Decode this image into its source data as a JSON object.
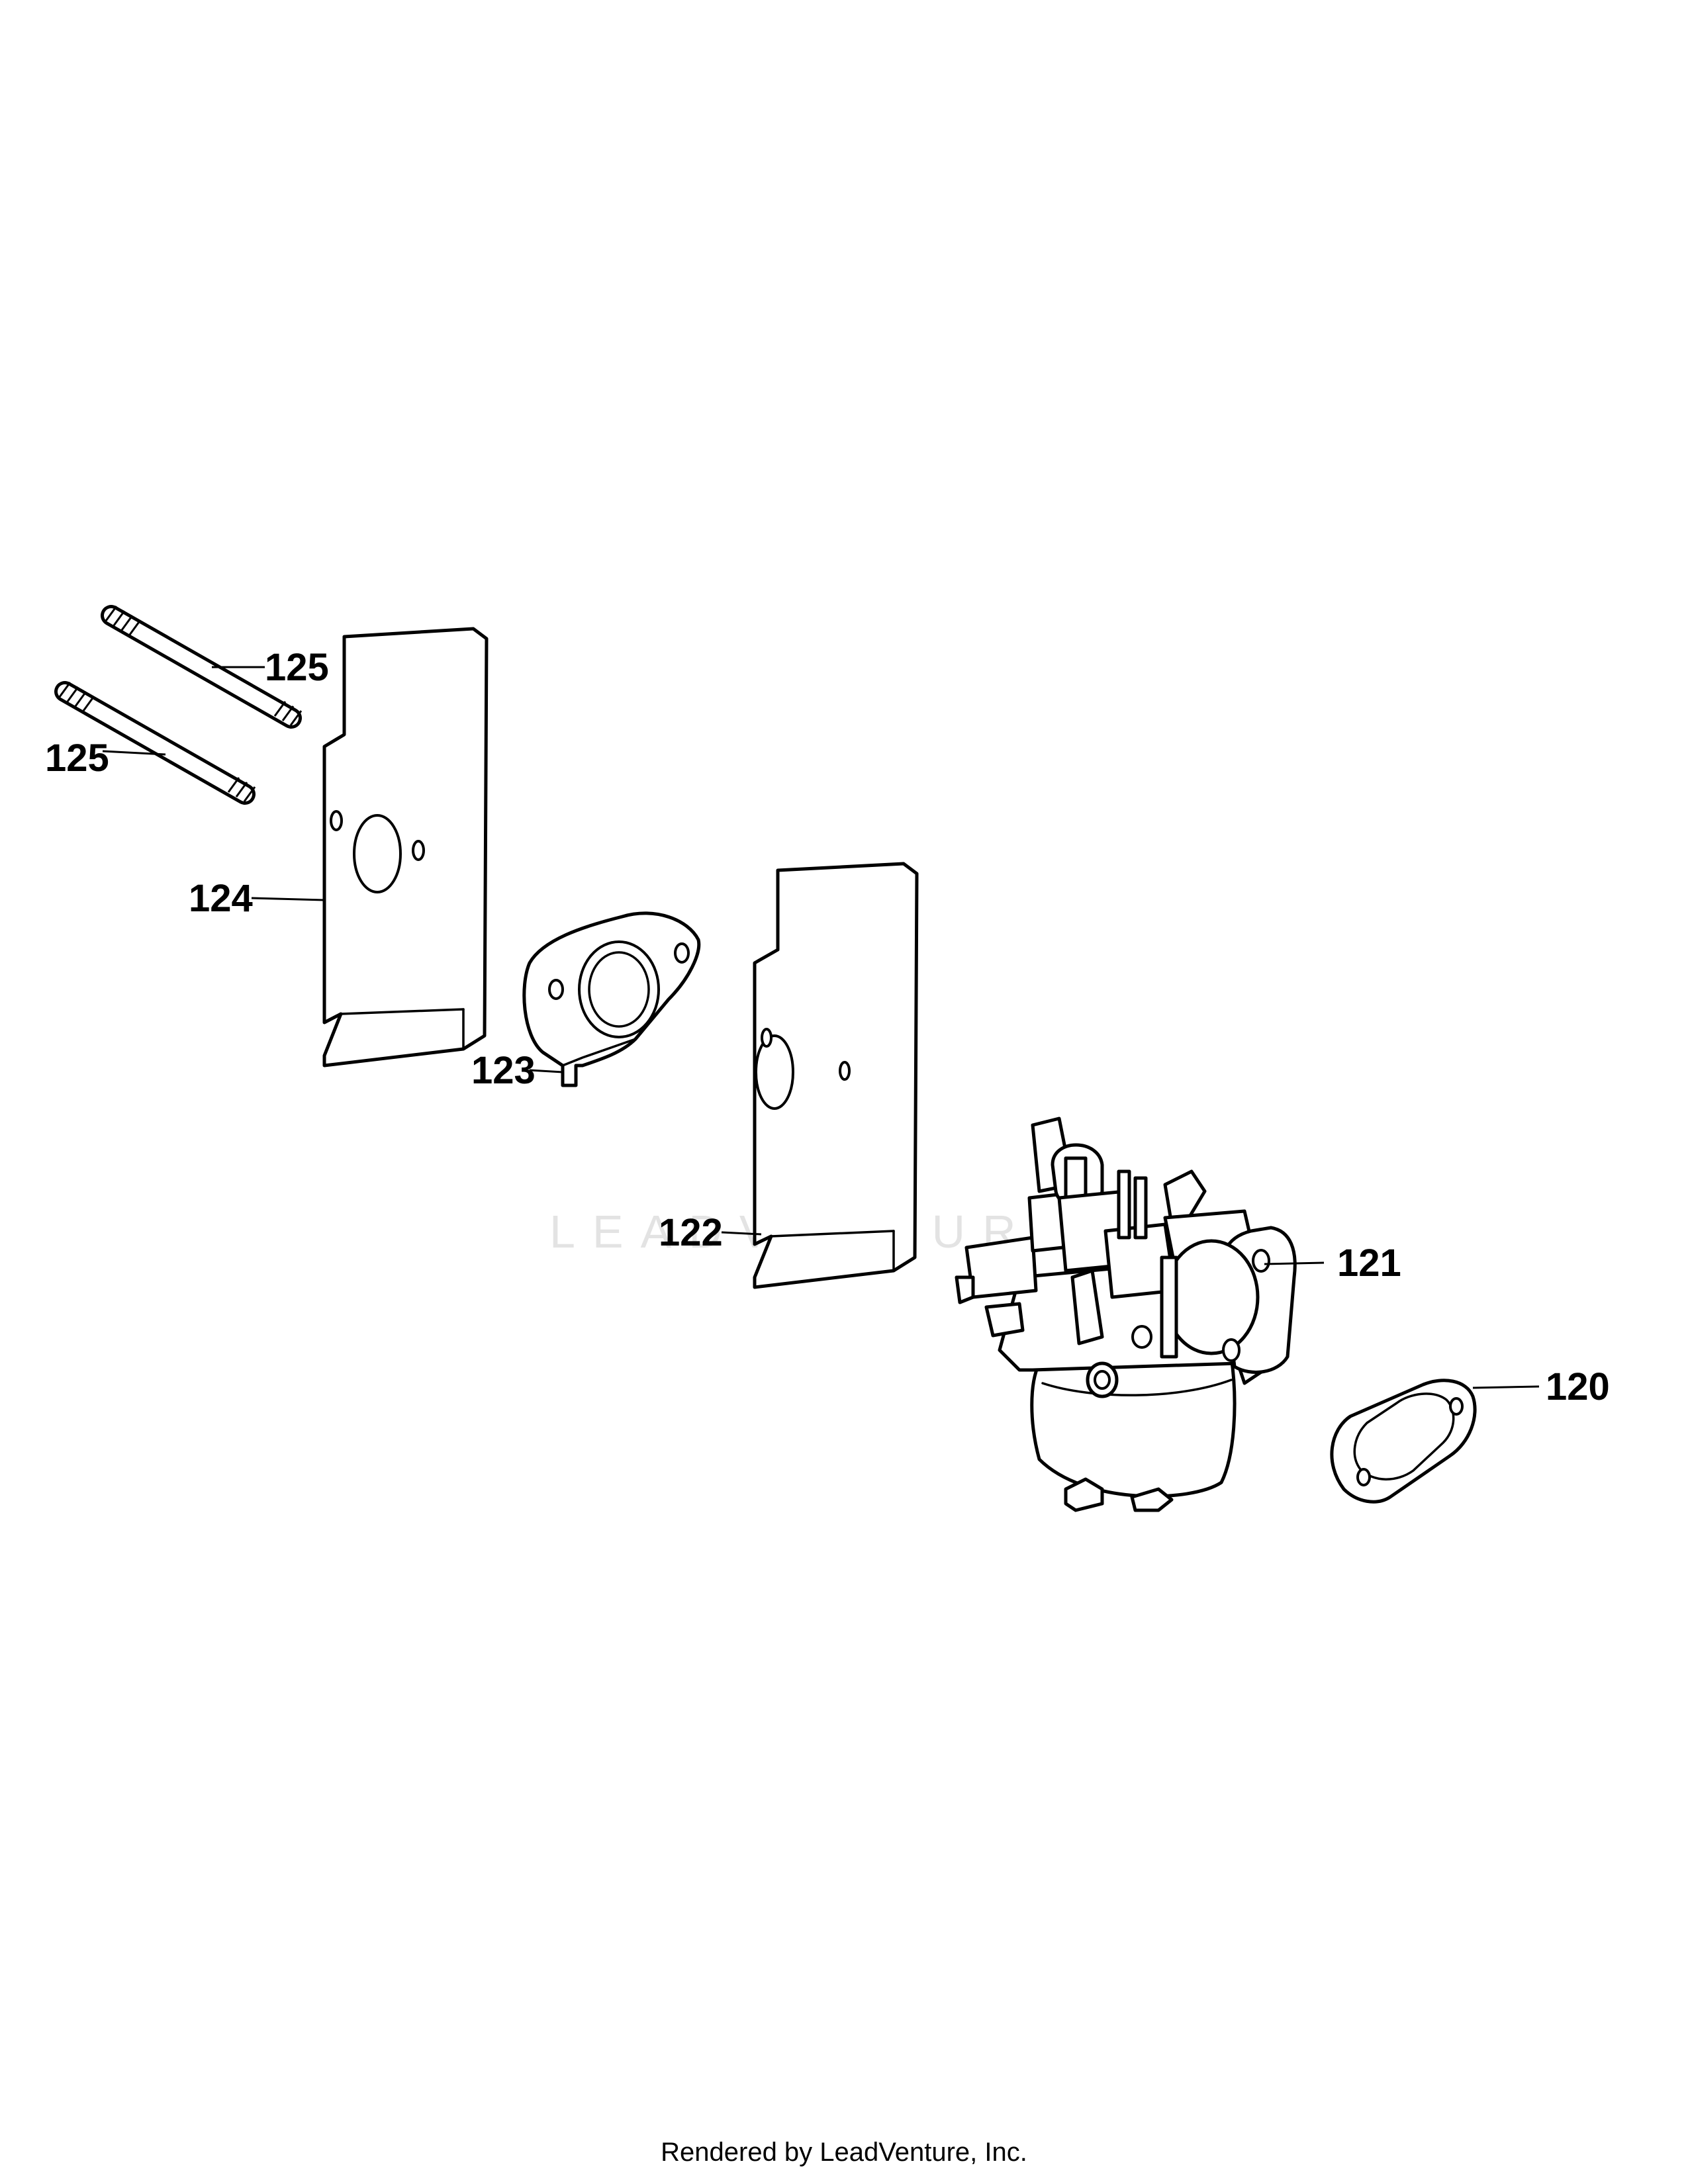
{
  "callouts": {
    "p120": "120",
    "p121": "121",
    "p122": "122",
    "p123": "123",
    "p124": "124",
    "p125_upper": "125",
    "p125_lower": "125"
  },
  "watermark": {
    "text": "LEADVENTURE"
  },
  "footer": {
    "text": "Rendered by LeadVenture, Inc."
  },
  "colors": {
    "line": "#000000",
    "background": "#ffffff",
    "watermark": "#e3e3e3"
  }
}
